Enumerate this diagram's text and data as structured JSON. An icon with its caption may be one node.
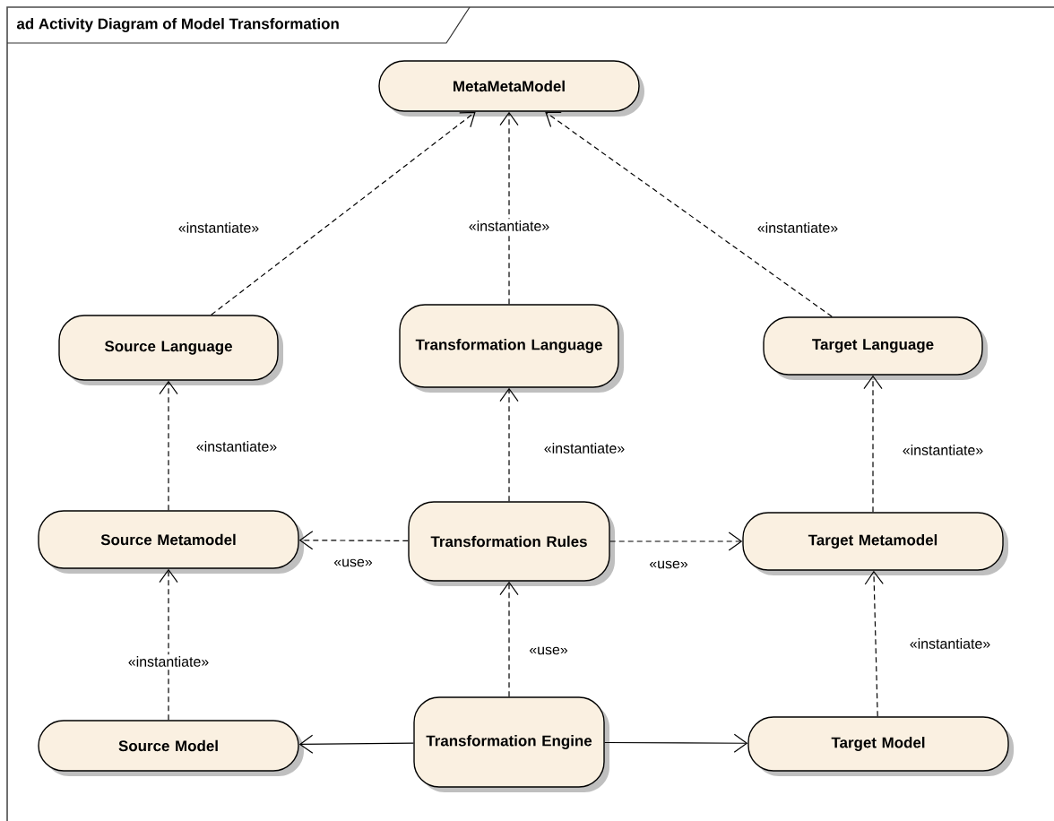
{
  "diagram": {
    "title": "ad Activity Diagram of Model Transformation",
    "nodes": [
      {
        "text": [
          "MetaMetaModel"
        ]
      },
      {
        "text": [
          "Source Language"
        ]
      },
      {
        "text": [
          "Transformation Language"
        ]
      },
      {
        "text": [
          "Target Language"
        ]
      },
      {
        "text": [
          "Source Metamodel"
        ]
      },
      {
        "text": [
          "Transformation Rules"
        ]
      },
      {
        "text": [
          "Target Metamodel"
        ]
      },
      {
        "text": [
          "Source Model"
        ]
      },
      {
        "text": [
          "Transformation Engine"
        ]
      },
      {
        "text": [
          "Target Model"
        ]
      }
    ],
    "edges": [
      {
        "from": 1,
        "to": 0,
        "arrow": "to",
        "label": "«instantiate»",
        "style": "dashed"
      },
      {
        "from": 2,
        "to": 0,
        "arrow": "to",
        "label": "«instantiate»",
        "style": "dashed"
      },
      {
        "from": 3,
        "to": 0,
        "arrow": "to",
        "label": "«instantiate»",
        "style": "dashed"
      },
      {
        "from": 4,
        "to": 1,
        "arrow": "to",
        "label": "«instantiate»",
        "style": "dashed"
      },
      {
        "from": 5,
        "to": 2,
        "arrow": "to",
        "label": "«instantiate»",
        "style": "dashed"
      },
      {
        "from": 6,
        "to": 3,
        "arrow": "to",
        "label": "«instantiate»",
        "style": "dashed"
      },
      {
        "from": 5,
        "to": 4,
        "arrow": "to",
        "label": "«use»",
        "style": "dashed"
      },
      {
        "from": 5,
        "to": 6,
        "arrow": "to",
        "label": "«use»",
        "style": "dashed"
      },
      {
        "from": 8,
        "to": 5,
        "arrow": "to",
        "label": "«use»",
        "style": "dashed"
      },
      {
        "from": 7,
        "to": 4,
        "arrow": "to",
        "label": "«instantiate»",
        "style": "dashed"
      },
      {
        "from": 9,
        "to": 6,
        "arrow": "to",
        "label": "«instantiate»",
        "style": "dashed"
      },
      {
        "from": 8,
        "to": 7,
        "arrow": "to"
      },
      {
        "from": 8,
        "to": 9,
        "arrow": "to"
      }
    ]
  }
}
